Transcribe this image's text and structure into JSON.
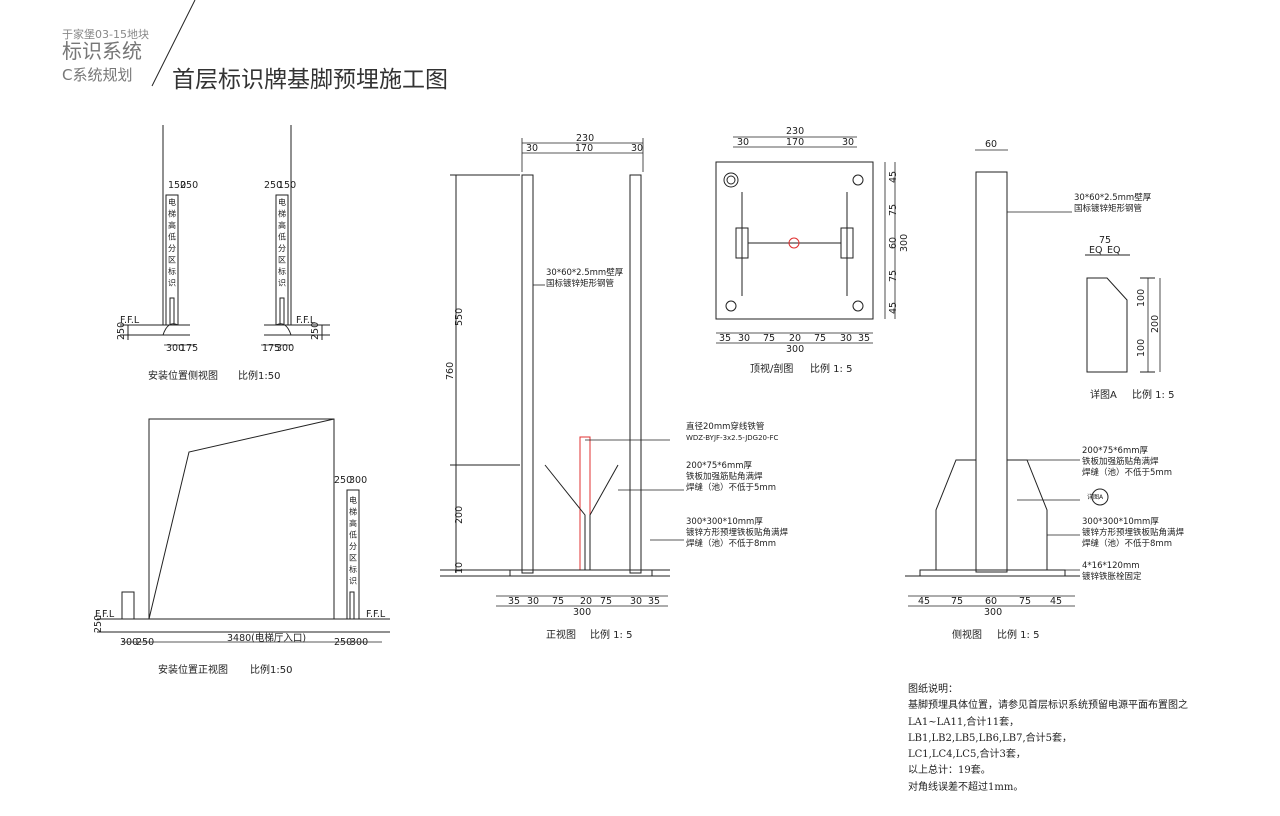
{
  "header": {
    "project": "于家堡03-15地块",
    "system": "标识系统",
    "subsystem": "C系统规划",
    "title": "首层标识牌基脚预埋施工图"
  },
  "views": {
    "side_install": {
      "caption": "安装位置侧视图",
      "scale": "比例1:50",
      "sign_text": [
        "电",
        "梯",
        "高",
        "低",
        "分",
        "区",
        "标",
        "识"
      ],
      "ffl": "F.F.L",
      "dims": {
        "a": "150",
        "b": "250",
        "c": "250",
        "d": "300",
        "e": "175"
      }
    },
    "front_install": {
      "caption": "安装位置正视图",
      "scale": "比例1:50",
      "span_label": "3480(电梯厅入口)",
      "dims": {
        "a": "250",
        "b": "300",
        "c": "250",
        "d": "300",
        "e": "250"
      },
      "ffl": "F.F.L"
    },
    "front": {
      "caption": "正视图",
      "scale": "比例 1: 5",
      "top_dims": [
        "230",
        "30",
        "170",
        "30"
      ],
      "left_dims": [
        "760",
        "550",
        "200",
        "10"
      ],
      "bottom_dims": [
        "35",
        "30",
        "75",
        "20",
        "75",
        "30",
        "35"
      ],
      "bottom_total": "300"
    },
    "top": {
      "caption": "顶视/剖图",
      "scale": "比例 1: 5",
      "top_dims": [
        "230",
        "30",
        "170",
        "30"
      ],
      "right_dims": [
        "45",
        "75",
        "60",
        "75",
        "45"
      ],
      "right_total": "300",
      "bottom_dims": [
        "35",
        "30",
        "75",
        "20",
        "75",
        "30",
        "35"
      ],
      "bottom_total": "300"
    },
    "side": {
      "caption": "侧视图",
      "scale": "比例 1: 5",
      "top_dim": "60",
      "bottom_dims": [
        "45",
        "75",
        "60",
        "75",
        "45"
      ],
      "bottom_total": "300"
    },
    "detail": {
      "caption": "详图A",
      "scale": "比例 1: 5",
      "top_dim": "75",
      "eq": [
        "EQ",
        "EQ"
      ],
      "right_dims": [
        "100",
        "100"
      ],
      "right_total": "200"
    }
  },
  "annotations": {
    "tube": [
      "30*60*2.5mm壁厚",
      "国标镀锌矩形钢管"
    ],
    "conduit": [
      "直径20mm穿线铁管",
      "WDZ-BYJF-3x2.5-JDG20-FC"
    ],
    "rib": [
      "200*75*6mm厚",
      "铁板加强筋贴角满焊",
      "焊缝（池）不低于5mm"
    ],
    "plate": [
      "300*300*10mm厚",
      "镀锌方形预埋铁板贴角满焊",
      "焊缝（池）不低于8mm"
    ],
    "bolt": [
      "4*16*120mm",
      "镀锌铁胀栓固定"
    ],
    "detail_ref": "详图A"
  },
  "notes": {
    "heading": "图纸说明：",
    "lines": [
      "基脚预埋具体位置，请参见首层标识系统预留电源平面布置图之",
      "LA1~LA11,合计11套，",
      "LB1,LB2,LB5,LB6,LB7,合计5套，",
      "LC1,LC4,LC5,合计3套，",
      "以上总计：19套。",
      "对角线误差不超过1mm。"
    ]
  }
}
